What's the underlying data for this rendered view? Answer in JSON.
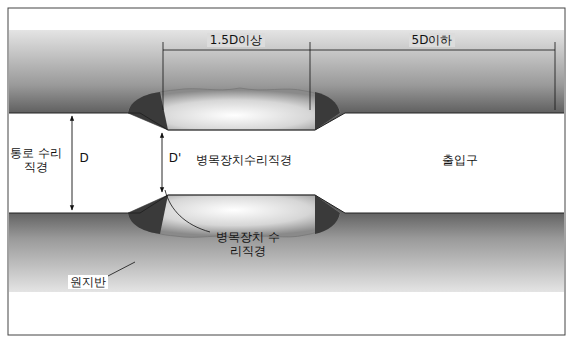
{
  "diagram": {
    "labels": [
      "1.5D이상",
      "5D이하",
      "통로 수리직경",
      "D",
      "D'",
      "병목장치수리직경",
      "출입구",
      "병목장치 수리직경",
      "원지반"
    ]
  }
}
